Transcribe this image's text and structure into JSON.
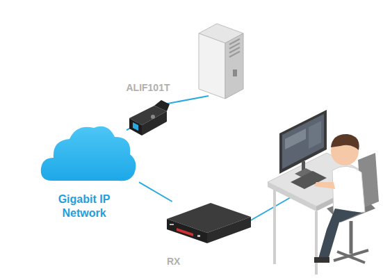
{
  "diagram": {
    "nodes": [
      {
        "text": [
          "Gigabit IP Network"
        ]
      },
      {
        "text": [
          "ALIF101T"
        ]
      },
      {
        "text": [
          "RX"
        ]
      }
    ],
    "edges": [
      {
        "from": 1,
        "to": 0,
        "arrow": "none"
      },
      {
        "from": 0,
        "to": 2,
        "arrow": "none"
      }
    ]
  }
}
